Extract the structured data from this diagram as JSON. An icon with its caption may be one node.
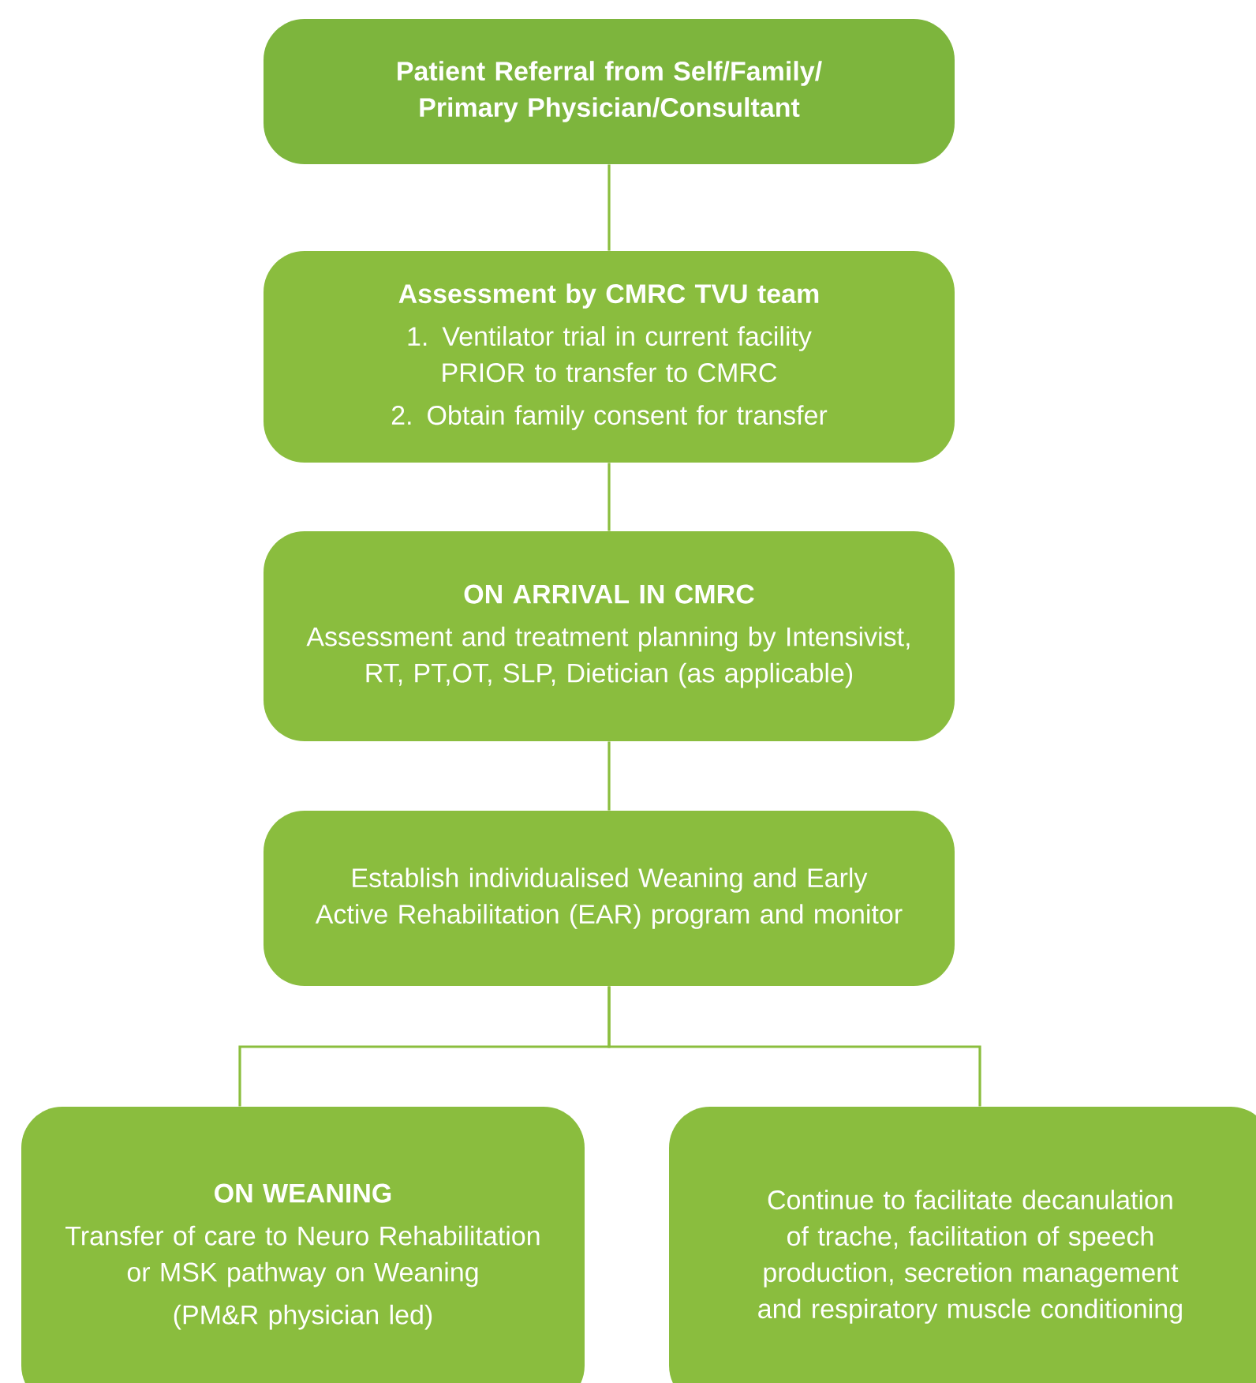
{
  "diagram": {
    "nodes": [
      {
        "text": [
          "Patient Referral from Self/Family/ Primary Physician/Consultant"
        ]
      },
      {
        "text": [
          "Assessment by CMRC TVU team",
          "1. Ventilator trial in current facility PRIOR to transfer to CMRC",
          "2. Obtain family consent for transfer"
        ]
      },
      {
        "text": [
          "ON ARRIVAL IN CMRC",
          "Assessment and treatment planning by Intensivist, RT, PT,OT, SLP, Dietician (as applicable)"
        ]
      },
      {
        "text": [
          "Establish individualised  Weaning and Early Active Rehabilitation (EAR) program and monitor"
        ]
      },
      {
        "text": [
          "ON WEANING",
          "Transfer of care to Neuro Rehabilitation or MSK pathway on Weaning",
          "(PM&R physician led)"
        ]
      },
      {
        "text": [
          "Continue to facilitate decanulation of trache, facilitation of speech production, secretion management and respiratory muscle conditioning"
        ]
      }
    ],
    "edges": [
      {
        "from": 0,
        "to": 1,
        "arrow": "none"
      },
      {
        "from": 1,
        "to": 2,
        "arrow": "none"
      },
      {
        "from": 2,
        "to": 3,
        "arrow": "none"
      },
      {
        "from": 3,
        "to": 4,
        "arrow": "none"
      },
      {
        "from": 3,
        "to": 5,
        "arrow": "none"
      }
    ]
  }
}
